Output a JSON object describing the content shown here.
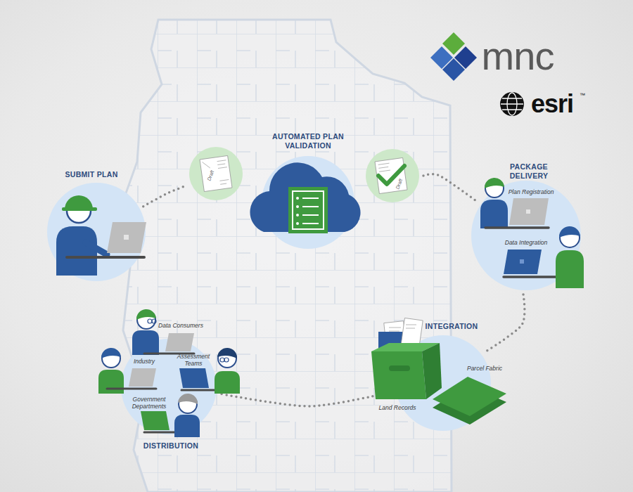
{
  "diagram": {
    "nodes": [
      {
        "text": [
          "SUBMIT PLAN"
        ]
      },
      {
        "text": [
          "Draft"
        ]
      },
      {
        "text": [
          "AUTOMATED PLAN VALIDATION"
        ]
      },
      {
        "text": [
          "Draft"
        ]
      },
      {
        "text": [
          "PACKAGE DELIVERY",
          "Plan Registration",
          "Data Integration"
        ]
      },
      {
        "text": [
          "INTEGRATION",
          "Parcel Fabric",
          "Land Records"
        ]
      },
      {
        "text": [
          "DISTRIBUTION",
          "Data Consumers",
          "Industry",
          "Assessment Teams",
          "Government Departments"
        ]
      }
    ],
    "edges": [
      {
        "from": 0,
        "to": 1,
        "arrow": "none"
      },
      {
        "from": 3,
        "to": 4,
        "arrow": "none"
      },
      {
        "from": 4,
        "to": 5,
        "arrow": "none"
      },
      {
        "from": 5,
        "to": 6,
        "arrow": "none"
      }
    ],
    "labels": [
      "mnc",
      "esri",
      "™"
    ]
  }
}
